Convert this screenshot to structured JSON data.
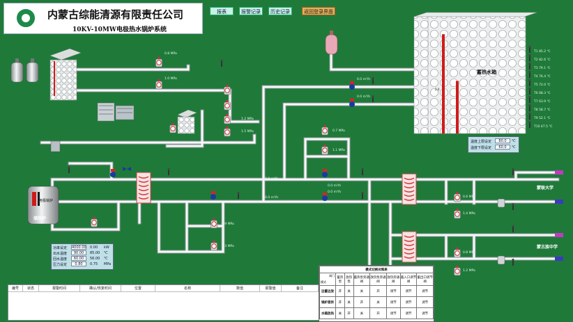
{
  "header": {
    "company": "内蒙古综能清源有限责任公司",
    "subtitle": "10KV-10MW电极热水锅炉系统"
  },
  "nav": [
    {
      "label": "报表"
    },
    {
      "label": "报警记录"
    },
    {
      "label": "历史记录"
    },
    {
      "label": "返回登录界面"
    }
  ],
  "tank": {
    "name": "蓄热水箱"
  },
  "colors": {
    "bg": "#1f7a3a",
    "pipe": "#e8ecec",
    "pipe_edge": "#9aa",
    "value": "#ffd84a",
    "alarm_red": "#d01a1a",
    "pump_blue": "#1a3aa0"
  },
  "plant": {
    "boiler": "电极锅炉",
    "boiler_tag": "储热炉"
  },
  "tank_levels": {
    "left": 0.85,
    "right": 0.45
  },
  "gauges": [
    {
      "value": "0.8"
    },
    {
      "value": "1.0"
    },
    {
      "value": "1.2"
    },
    {
      "value": "1.5"
    },
    {
      "value": "0.7"
    },
    {
      "value": "1.1"
    },
    {
      "value": "0.9"
    },
    {
      "value": "1.3"
    },
    {
      "value": "0.6"
    },
    {
      "value": "1.4"
    },
    {
      "value": "0.8"
    },
    {
      "value": "1.2"
    }
  ],
  "tank_temps": [
    {
      "label": "T1",
      "value": "85.2"
    },
    {
      "label": "T2",
      "value": "82.6"
    },
    {
      "label": "T3",
      "value": "79.1"
    },
    {
      "label": "T4",
      "value": "76.4"
    },
    {
      "label": "T5",
      "value": "72.0"
    },
    {
      "label": "T6",
      "value": "68.3"
    },
    {
      "label": "T7",
      "value": "63.9"
    },
    {
      "label": "T8",
      "value": "58.7"
    },
    {
      "label": "T9",
      "value": "52.1"
    },
    {
      "label": "T10",
      "value": "47.5"
    }
  ],
  "tank_temp_panel": {
    "upper_label": "温度上限设定",
    "upper_value": "80.0",
    "lower_label": "温度下限设定",
    "lower_value": "60.0",
    "unit": "℃"
  },
  "setpoint_panel": {
    "rows": [
      {
        "label": "功率设定",
        "input": "4000.00",
        "value": "0.00",
        "unit": "kW"
      },
      {
        "label": "出水温度",
        "input": "90.00",
        "value": "85.00",
        "unit": "℃"
      },
      {
        "label": "回水温度",
        "input": "60.00",
        "value": "56.00",
        "unit": "℃"
      },
      {
        "label": "压力设定",
        "input": "0.80",
        "value": "0.75",
        "unit": "MPa"
      }
    ]
  },
  "flow_labels": [
    {
      "value": "0.0"
    },
    {
      "value": "0.0"
    },
    {
      "value": "0.0"
    },
    {
      "value": "0.0"
    },
    {
      "value": "0.0"
    },
    {
      "value": "0.0"
    }
  ],
  "consumers": [
    {
      "label": "蒙联大学"
    },
    {
      "label": "蒙古族中学"
    }
  ],
  "alarm_table": {
    "headers": [
      "编号",
      "状态",
      "报警时间",
      "确认/恢复时间",
      "位置",
      "名称",
      "数值",
      "报警值",
      "备注"
    ]
  },
  "mode_table": {
    "title": "模式切换对照表",
    "corner_top": "阀门",
    "corner_bottom": "模式",
    "columns": [
      "蓄热泵",
      "放热泵",
      "蓄热泵旁通阀",
      "放热泵旁通阀",
      "放热旁通阀",
      "蓄入口调节阀",
      "蓄出口调节阀"
    ],
    "rows": [
      {
        "mode": "边蓄边放",
        "cells": [
          "开",
          "关",
          "关",
          "开",
          "调节",
          "调节",
          "调节"
        ]
      },
      {
        "mode": "锅炉直供",
        "cells": [
          "开",
          "关",
          "开",
          "关",
          "调节",
          "调节",
          "调节"
        ]
      },
      {
        "mode": "水箱放热",
        "cells": [
          "关",
          "开",
          "关",
          "开",
          "调节",
          "调节",
          "调节"
        ]
      }
    ]
  }
}
